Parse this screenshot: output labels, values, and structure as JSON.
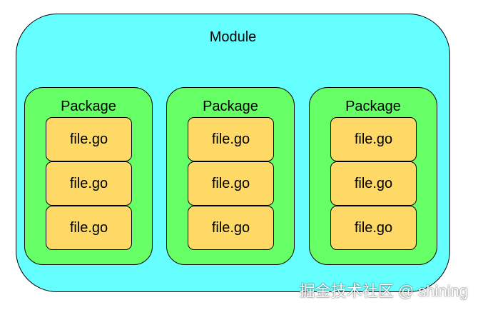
{
  "module": {
    "label": "Module",
    "color": "#66ffff"
  },
  "packages": [
    {
      "label": "Package",
      "files": [
        "file.go",
        "file.go",
        "file.go"
      ]
    },
    {
      "label": "Package",
      "files": [
        "file.go",
        "file.go",
        "file.go"
      ]
    },
    {
      "label": "Package",
      "files": [
        "file.go",
        "file.go",
        "file.go"
      ]
    }
  ],
  "colors": {
    "package": "#66ff66",
    "file": "#ffd966"
  },
  "watermark": "掘金技术社区 @ shining"
}
